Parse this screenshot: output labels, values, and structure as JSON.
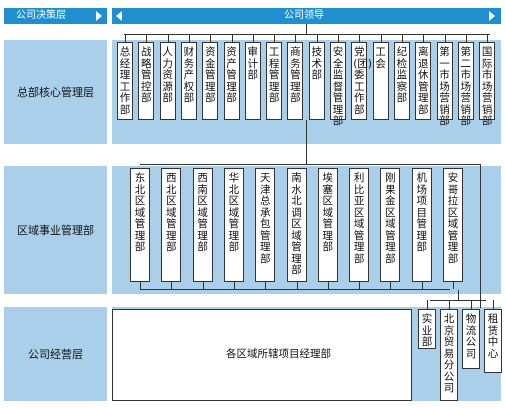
{
  "header": {
    "left_label": "公司决策层",
    "right_label": "公司领导"
  },
  "rows": [
    {
      "label": "总部核心管理层"
    },
    {
      "label": "区域事业管理部"
    },
    {
      "label": "公司经营层"
    }
  ],
  "hq_departments": [
    "总经理工作部",
    "战略管控部",
    "人力资源部",
    "财务产权部",
    "资金管理部",
    "资产管理部",
    "审计部",
    "工程管理部",
    "商务管理部",
    "技术部",
    "安全监督管理部",
    "党(团)委工作部",
    "工会",
    "纪检监察部",
    "离退休管理部",
    "第一市场营销部",
    "第二市场营销部",
    "国际市场营销部"
  ],
  "regional_departments": [
    "东北区域管理部",
    "西北区域管理部",
    "西南区域管理部",
    "华北区域管理部",
    "天津总承包管理部",
    "南水北调区域管理部",
    "埃塞区域管理部",
    "利比亚区域管理部",
    "刚果金区域管理部",
    "机场项目管理部",
    "安哥拉区域管理部"
  ],
  "operating": {
    "center_text": "各区域所辖项目经理部",
    "units": [
      "实业部",
      "北京贸易分公司",
      "物流公司",
      "租赁中心"
    ]
  }
}
